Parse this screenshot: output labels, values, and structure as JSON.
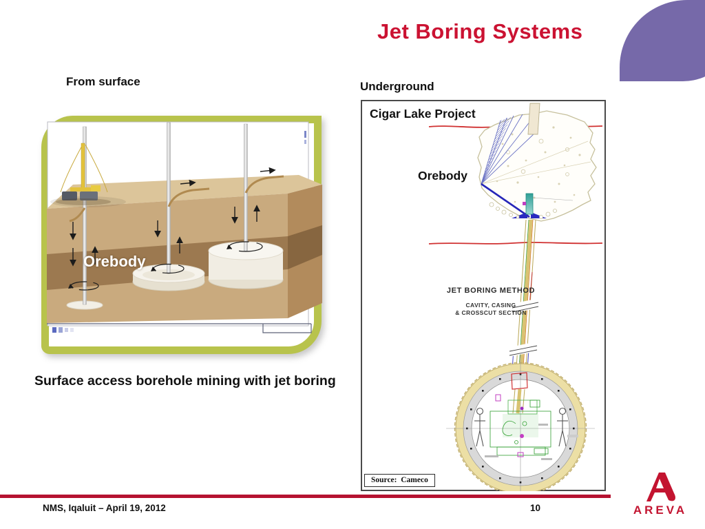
{
  "title": "Jet Boring Systems",
  "left_panel": {
    "heading": "From surface",
    "orebody_label": "Orebody",
    "caption": "Surface access borehole mining with jet boring"
  },
  "right_panel": {
    "heading": "Underground",
    "diagram_title": "Cigar Lake Project",
    "orebody_label": "Orebody",
    "method_line1": "JET BORING METHOD",
    "method_line2": "CAVITY, CASING",
    "method_line3": "& CROSSCUT SECTION",
    "source": "Source:  Cameco"
  },
  "footer": {
    "event": "NMS, Iqaluit – April 19, 2012",
    "page_number": "10",
    "brand": "AREVA"
  },
  "colors": {
    "accent_red": "#CB1232",
    "footer_red": "#B51230",
    "leaf_purple": "#7669A9",
    "frame_green": "#B8C34C",
    "brand_red": "#C31430"
  }
}
